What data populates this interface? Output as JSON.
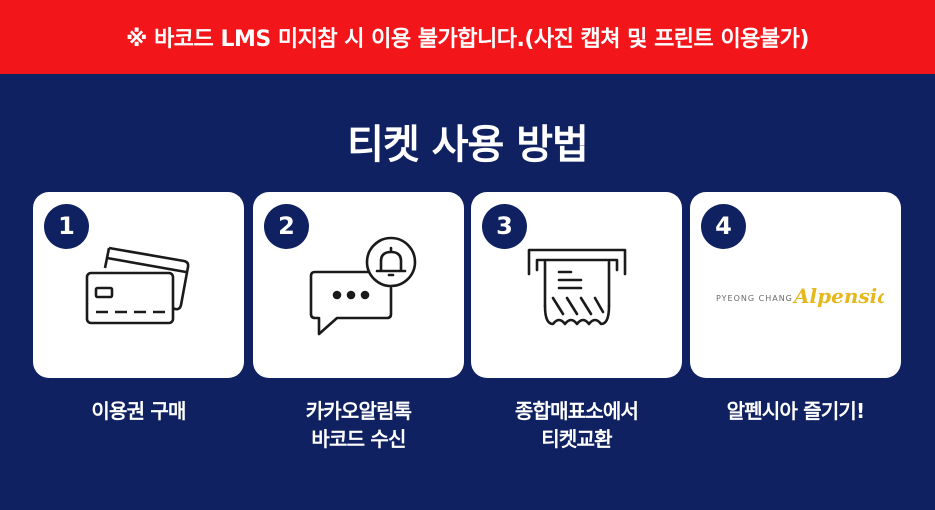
{
  "banner": {
    "text": "※ 바코드 LMS 미지참 시 이용 불가합니다.(사진 캡쳐 및 프린트 이용불가)"
  },
  "title": "티켓 사용 방법",
  "steps": [
    {
      "number": "1",
      "icon": "credit-card-icon",
      "caption_line1": "이용권 구매",
      "caption_line2": ""
    },
    {
      "number": "2",
      "icon": "chat-bell-icon",
      "caption_line1": "카카오알림톡",
      "caption_line2": "바코드 수신"
    },
    {
      "number": "3",
      "icon": "ticket-machine-icon",
      "caption_line1": "종합매표소에서",
      "caption_line2": "티켓교환"
    },
    {
      "number": "4",
      "icon": "alpensia-logo",
      "caption_line1": "알펜시아 즐기기!",
      "caption_line2": ""
    }
  ],
  "logo": {
    "small_text": "PYEONG CHANG",
    "big_text": "Alpensia"
  },
  "colors": {
    "banner": "#f2161a",
    "background": "#0f2160",
    "card": "#ffffff",
    "logo_gold": "#e6b81d"
  }
}
